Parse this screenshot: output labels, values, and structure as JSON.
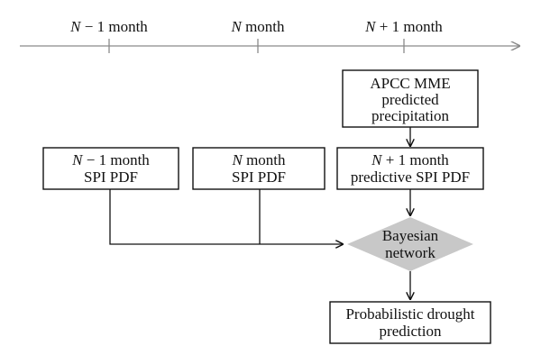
{
  "timeline": {
    "labels": [
      {
        "var": "N",
        "rest": " − 1 month"
      },
      {
        "var": "N",
        "rest": " month"
      },
      {
        "var": "N",
        "rest": " + 1 month"
      }
    ]
  },
  "boxes": {
    "apcc": {
      "lines": [
        "APCC MME",
        "predicted",
        "precipitation"
      ]
    },
    "n_minus_1": {
      "var": "N",
      "line1_rest": " − 1 month",
      "line2": "SPI PDF"
    },
    "n": {
      "var": "N",
      "line1_rest": " month",
      "line2": "SPI PDF"
    },
    "n_plus_1": {
      "var": "N",
      "line1_rest": " + 1 month",
      "line2": "predictive SPI PDF"
    },
    "bayesian": {
      "lines": [
        "Bayesian",
        "network"
      ]
    },
    "output": {
      "lines": [
        "Probabilistic drought",
        "prediction"
      ]
    }
  },
  "colors": {
    "diamond_fill": "#c8c8c8",
    "axis": "#8a8a8a",
    "stroke": "#111111"
  }
}
